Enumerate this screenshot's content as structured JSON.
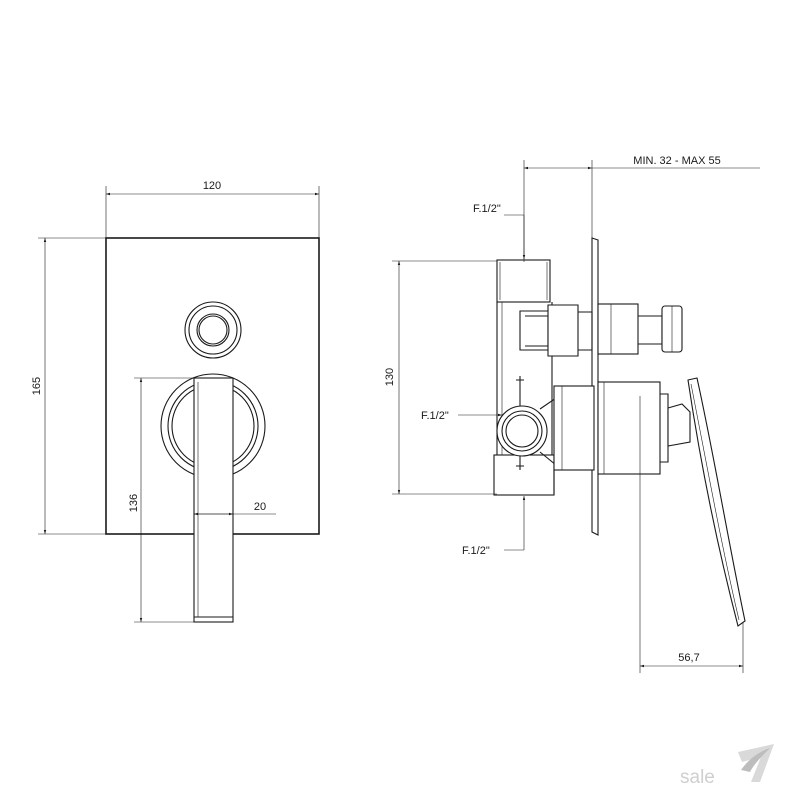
{
  "front_view": {
    "dim_width": "120",
    "dim_height": "165",
    "dim_lever_drop": "136",
    "dim_lever_width": "20"
  },
  "side_view": {
    "dim_wall_depth": "MIN. 32 - MAX 55",
    "dim_body_height": "130",
    "dim_lever_projection": "56,7",
    "conn_top": "F.1/2\"",
    "conn_side": "F.1/2\"",
    "conn_bottom": "F.1/2\""
  },
  "watermark": {
    "brand": "sale",
    "logo_icon": "swoosh-7-icon"
  }
}
